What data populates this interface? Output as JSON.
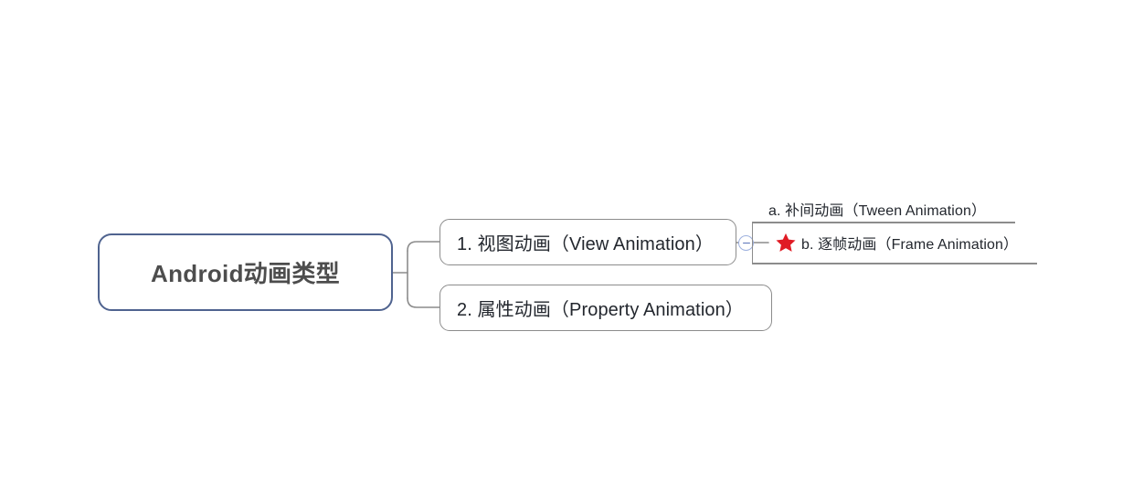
{
  "diagram": {
    "type": "mind-map",
    "background_color": "#ffffff",
    "root": {
      "label": "Android动画类型",
      "border_color": "#4f638f",
      "text_color": "#4d4d4d"
    },
    "branches": [
      {
        "label": "1. 视图动画（View Animation）",
        "border_color": "#8c8c8c",
        "text_color": "#23272e",
        "collapse_toggle": {
          "state": "expanded",
          "icon": "minus-circle-icon",
          "color": "#5a74b8"
        },
        "children": [
          {
            "label": "a. 补间动画（Tween Animation）",
            "marker": "",
            "selected": false,
            "underlined": true
          },
          {
            "label": "b. 逐帧动画（Frame Animation）",
            "marker": "red-star-icon",
            "marker_color": "#e01b24",
            "selected": true,
            "underlined": true
          }
        ]
      },
      {
        "label": "2. 属性动画（Property Animation）",
        "border_color": "#8c8c8c",
        "text_color": "#23272e",
        "children": []
      }
    ],
    "connector_color": "#8c8c8c"
  }
}
